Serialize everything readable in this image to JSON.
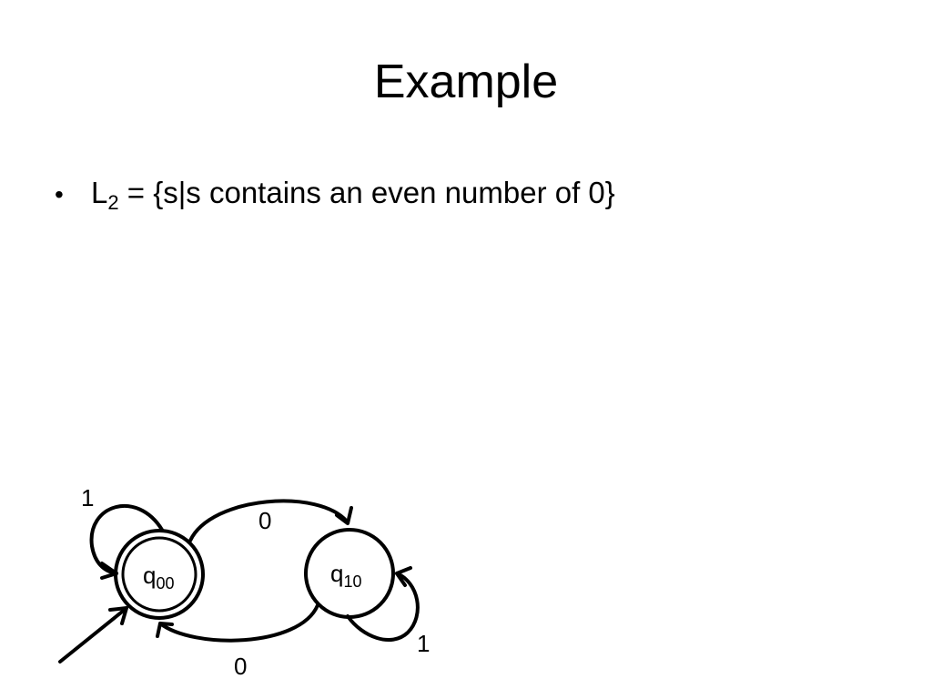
{
  "slide": {
    "title": "Example",
    "bullet": {
      "symbol": "•",
      "lang_base": "L",
      "lang_sub": "2",
      "definition": " = {s|s contains an even number of 0}"
    }
  },
  "automaton": {
    "states": [
      {
        "id": "q00",
        "base": "q",
        "sub": "00",
        "accepting": true,
        "start": true
      },
      {
        "id": "q10",
        "base": "q",
        "sub": "10",
        "accepting": false,
        "start": false
      }
    ],
    "transitions": [
      {
        "from": "q00",
        "to": "q00",
        "label": "1"
      },
      {
        "from": "q00",
        "to": "q10",
        "label": "0"
      },
      {
        "from": "q10",
        "to": "q10",
        "label": "1"
      },
      {
        "from": "q10",
        "to": "q00",
        "label": "0"
      }
    ]
  }
}
